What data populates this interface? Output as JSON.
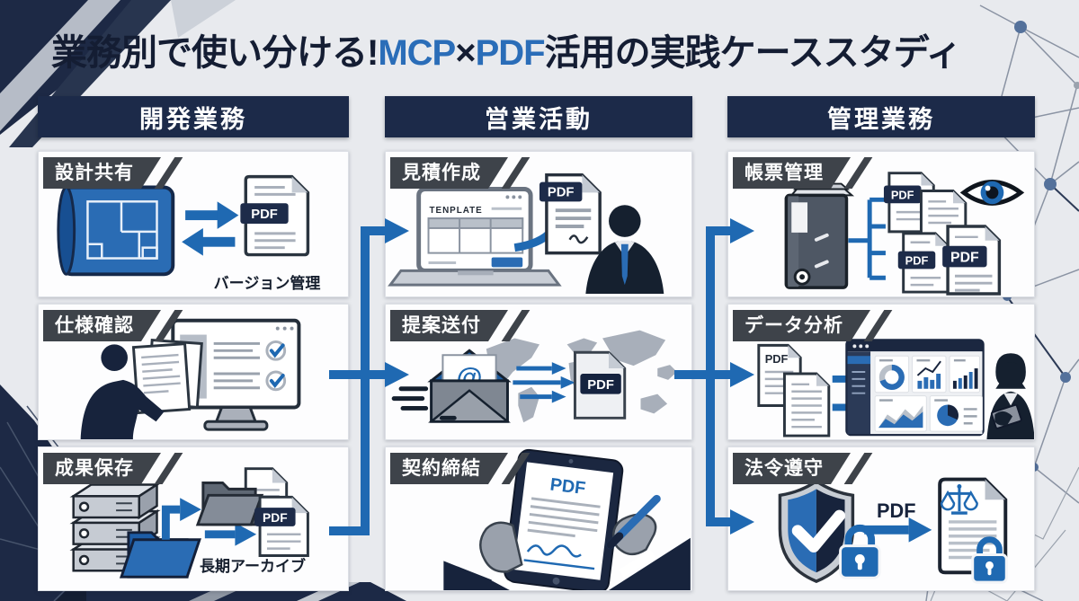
{
  "title": {
    "part1": "業務別で使い分ける!",
    "mcp": "MCP",
    "times": "×",
    "pdf": "PDF",
    "part2": "活用の実践ケーススタディ"
  },
  "pdf_label": "PDF",
  "columns": [
    {
      "header": "開発業務",
      "cards": [
        {
          "label": "設計共有",
          "caption": "バージョン管理"
        },
        {
          "label": "仕様確認"
        },
        {
          "label": "成果保存",
          "caption": "長期アーカイブ"
        }
      ]
    },
    {
      "header": "営業活動",
      "cards": [
        {
          "label": "見積作成",
          "screen_text": "TENPLATE"
        },
        {
          "label": "提案送付",
          "at_symbol": "@"
        },
        {
          "label": "契約締結",
          "tablet_title": "PDF"
        }
      ]
    },
    {
      "header": "管理業務",
      "cards": [
        {
          "label": "帳票管理"
        },
        {
          "label": "データ分析"
        },
        {
          "label": "法令遵守",
          "arrow_label": "PDF"
        }
      ]
    }
  ],
  "colors": {
    "background": "#e8eaee",
    "navy": "#1c2a49",
    "accent_blue": "#1f69b2",
    "label_bg": "#3e434a",
    "card_bg": "#fdfdfe"
  }
}
